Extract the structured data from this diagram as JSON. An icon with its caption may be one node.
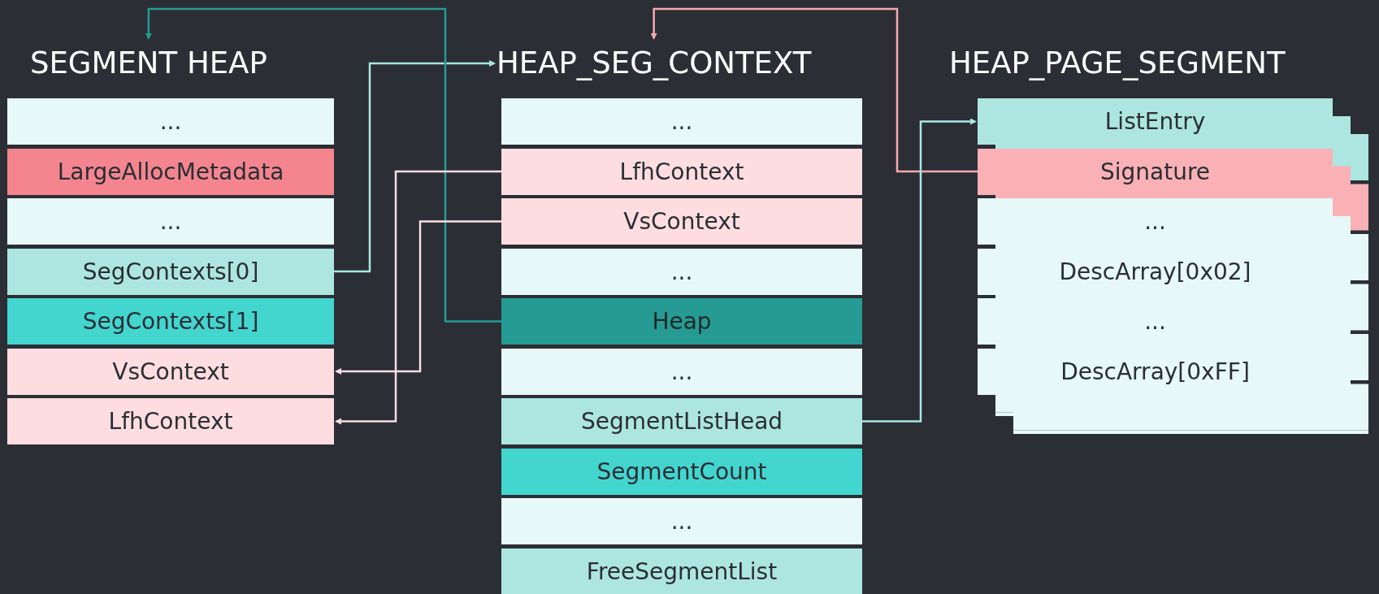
{
  "diagram": {
    "nodes": [
      {
        "text": [
          "SEGMENT HEAP"
        ]
      },
      {
        "text": [
          "..."
        ],
        "in": 0
      },
      {
        "text": [
          "LargeAllocMetadata"
        ],
        "in": 0
      },
      {
        "text": [
          "..."
        ],
        "in": 0
      },
      {
        "text": [
          "SegContexts[0]"
        ],
        "in": 0
      },
      {
        "text": [
          "SegContexts[1]"
        ],
        "in": 0
      },
      {
        "text": [
          "VsContext"
        ],
        "in": 0
      },
      {
        "text": [
          "LfhContext"
        ],
        "in": 0
      },
      {
        "text": [
          "HEAP_SEG_CONTEXT"
        ]
      },
      {
        "text": [
          "..."
        ],
        "in": 8
      },
      {
        "text": [
          "LfhContext"
        ],
        "in": 8
      },
      {
        "text": [
          "VsContext"
        ],
        "in": 8
      },
      {
        "text": [
          "..."
        ],
        "in": 8
      },
      {
        "text": [
          "Heap"
        ],
        "in": 8
      },
      {
        "text": [
          "..."
        ],
        "in": 8
      },
      {
        "text": [
          "SegmentListHead"
        ],
        "in": 8
      },
      {
        "text": [
          "SegmentCount"
        ],
        "in": 8
      },
      {
        "text": [
          "..."
        ],
        "in": 8
      },
      {
        "text": [
          "FreeSegmentList"
        ],
        "in": 8
      },
      {
        "text": [
          "HEAP_PAGE_SEGMENT"
        ]
      },
      {
        "text": [
          "ListEntry"
        ],
        "in": 19
      },
      {
        "text": [
          "Signature"
        ],
        "in": 19
      },
      {
        "text": [
          "..."
        ],
        "in": 19
      },
      {
        "text": [
          "DescArray[0x02]"
        ],
        "in": 19
      },
      {
        "text": [
          "..."
        ],
        "in": 19
      },
      {
        "text": [
          "DescArray[0xFF]"
        ],
        "in": 19
      }
    ],
    "edges": [
      {
        "from": 4,
        "to": 8,
        "arrow": "to",
        "color": "#a8e6e2"
      },
      {
        "from": 13,
        "to": 0,
        "arrow": "to",
        "color": "#259b93"
      },
      {
        "from": 21,
        "to": 8,
        "arrow": "to",
        "color": "#f7a9ae"
      },
      {
        "from": 10,
        "to": 7,
        "arrow": "to",
        "color": "#fcdde0"
      },
      {
        "from": 11,
        "to": 6,
        "arrow": "to",
        "color": "#fcdde0"
      },
      {
        "from": 15,
        "to": 20,
        "arrow": "to",
        "color": "#a8e6e2"
      }
    ]
  }
}
